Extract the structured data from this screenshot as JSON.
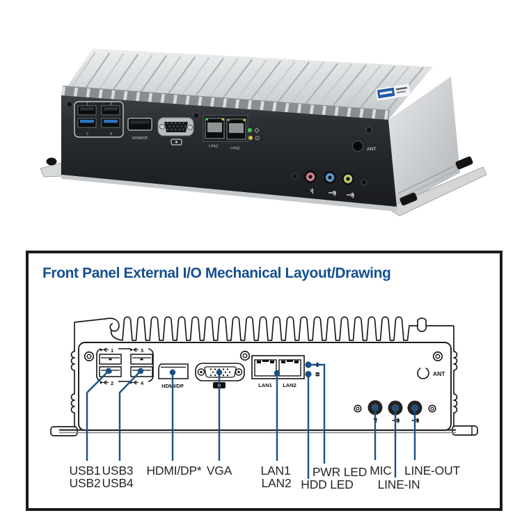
{
  "colors": {
    "title_blue": "#14508f",
    "callout_blue": "#1b4f87",
    "mic_jack": "#c9808f",
    "line_in_jack": "#5b9bd0",
    "line_out_jack": "#b9c86b",
    "usb3_tongue": "#2f74bc",
    "led_green": "#3ecb50",
    "led_yellow": "#d9c232",
    "logo_blue": "#2058a8"
  },
  "photo": {
    "front_panel": {
      "hdmi_label": "HDMI/DP",
      "lan1_label": "LAN1",
      "lan2_label": "LAN2",
      "ant_label": "ANT",
      "usb_port_numbers": [
        "1",
        "3",
        "2",
        "4"
      ]
    }
  },
  "diagram": {
    "title": "Front Panel External I/O Mechanical Layout/Drawing",
    "drawing": {
      "usb_ports": [
        "1",
        "3",
        "2",
        "4"
      ],
      "hdmi_label": "HDMI/DP",
      "lan1_label": "LAN1",
      "lan2_label": "LAN2",
      "ant_label": "ANT"
    },
    "callouts": {
      "usb1": "USB1",
      "usb2": "USB2",
      "usb3": "USB3",
      "usb4": "USB4",
      "hdmi": "HDMI/DP*",
      "vga": "VGA",
      "lan1": "LAN1",
      "lan2": "LAN2",
      "pwr": "PWR LED",
      "hdd": "HDD LED",
      "mic": "MIC",
      "line_in": "LINE-IN",
      "line_out": "LINE-OUT"
    }
  }
}
